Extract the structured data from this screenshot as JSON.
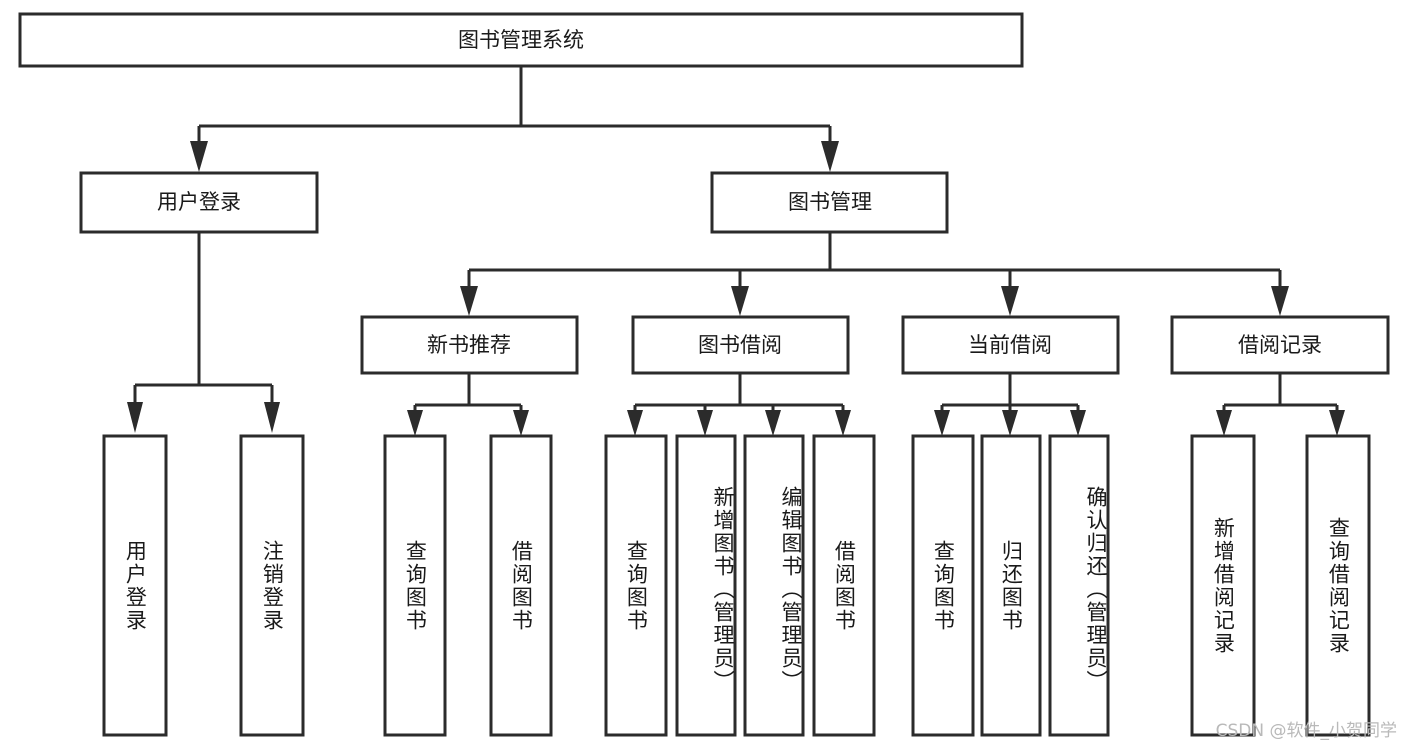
{
  "diagram": {
    "type": "tree-flowchart",
    "title_node": {
      "label": "图书管理系统"
    },
    "level2": [
      {
        "id": "user-login",
        "label": "用户登录"
      },
      {
        "id": "book-management",
        "label": "图书管理"
      }
    ],
    "level3": [
      {
        "id": "new-book-recommend",
        "label": "新书推荐"
      },
      {
        "id": "book-borrow",
        "label": "图书借阅"
      },
      {
        "id": "current-borrow",
        "label": "当前借阅"
      },
      {
        "id": "borrow-record",
        "label": "借阅记录"
      }
    ],
    "leaves": {
      "user_login": [
        {
          "id": "leaf-user-login",
          "label": "用户登录"
        },
        {
          "id": "leaf-user-logout",
          "label": "注销登录"
        }
      ],
      "new_book_recommend": [
        {
          "id": "leaf-query-book-1",
          "label": "查询图书"
        },
        {
          "id": "leaf-borrow-book-1",
          "label": "借阅图书"
        }
      ],
      "book_borrow": [
        {
          "id": "leaf-query-book-2",
          "label": "查询图书"
        },
        {
          "id": "leaf-add-book",
          "label": "新增图书（管理员）"
        },
        {
          "id": "leaf-edit-book",
          "label": "编辑图书（管理员）"
        },
        {
          "id": "leaf-borrow-book-2",
          "label": "借阅图书"
        }
      ],
      "current_borrow": [
        {
          "id": "leaf-query-book-3",
          "label": "查询图书"
        },
        {
          "id": "leaf-return-book",
          "label": "归还图书"
        },
        {
          "id": "leaf-confirm-return",
          "label": "确认归还（管理员）"
        }
      ],
      "borrow_record": [
        {
          "id": "leaf-add-record",
          "label": "新增借阅记录"
        },
        {
          "id": "leaf-query-record",
          "label": "查询借阅记录"
        }
      ]
    }
  },
  "watermark": {
    "text": "CSDN @软件_小贺同学"
  },
  "colors": {
    "background": "#ffffff",
    "node_fill": "#ffffff",
    "node_stroke": "#2b2b2b",
    "text": "#1a1a1a",
    "watermark": "#b9b9b9"
  }
}
